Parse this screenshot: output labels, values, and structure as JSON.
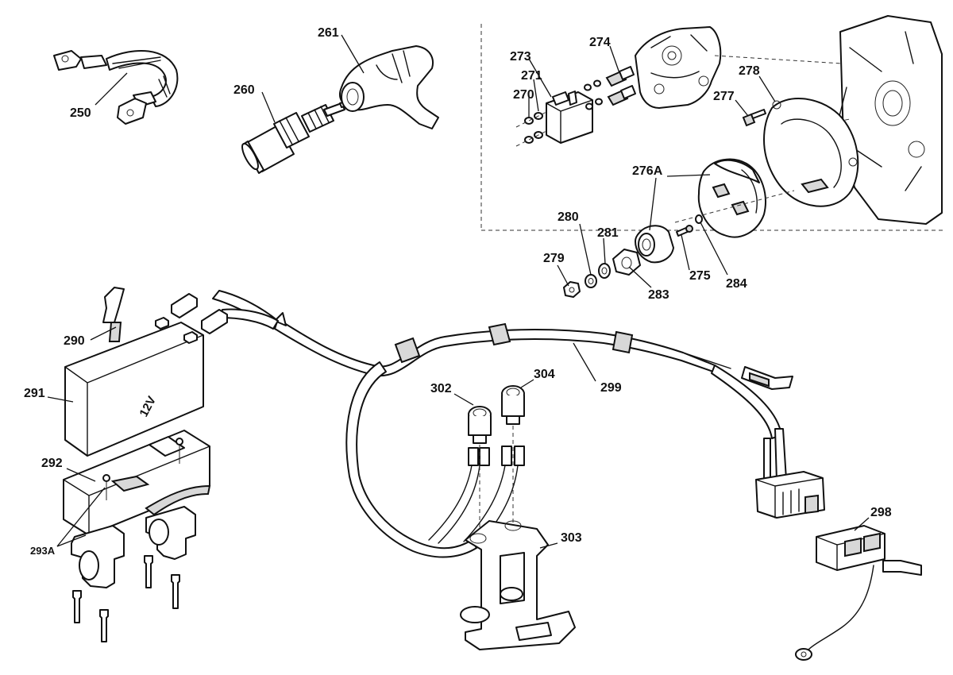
{
  "battery_label": "12V",
  "callouts": {
    "c250": "250",
    "c260": "260",
    "c261": "261",
    "c270": "270",
    "c271": "271",
    "c273": "273",
    "c274": "274",
    "c277": "277",
    "c278": "278",
    "c276A": "276A",
    "c280": "280",
    "c281": "281",
    "c279": "279",
    "c283": "283",
    "c275": "275",
    "c284": "284",
    "c290": "290",
    "c291": "291",
    "c292": "292",
    "c293A": "293A",
    "c299": "299",
    "c302": "302",
    "c304": "304",
    "c303": "303",
    "c298": "298"
  }
}
